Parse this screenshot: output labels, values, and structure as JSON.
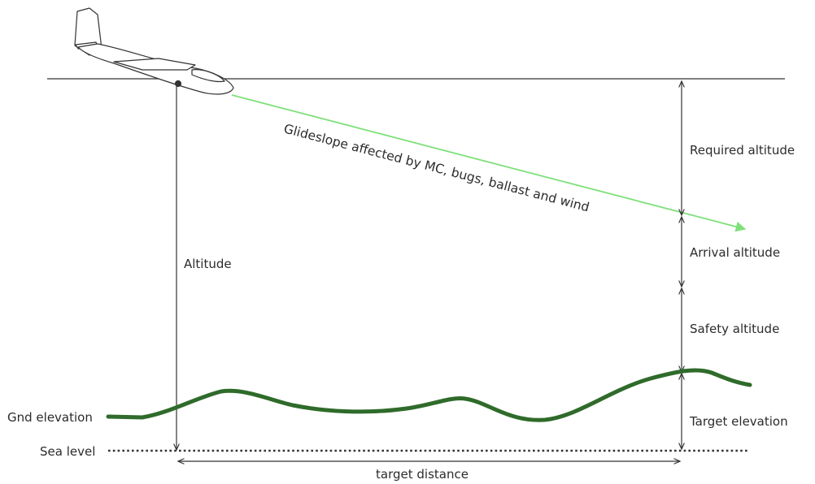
{
  "labels": {
    "glideslope": "Glideslope affected by MC, bugs, ballast and wind",
    "required_altitude": "Required altitude",
    "arrival_altitude": "Arrival altitude",
    "safety_altitude": "Safety altitude",
    "target_elevation": "Target elevation",
    "altitude": "Altitude",
    "gnd_elevation": "Gnd elevation",
    "sea_level": "Sea level",
    "target_distance": "target distance"
  },
  "colors": {
    "glideslope": "#7ee07a",
    "terrain": "#2f6b2a",
    "lines": "#333333",
    "text": "#2b2b2b"
  },
  "icons": {
    "glider": "glider-icon"
  }
}
